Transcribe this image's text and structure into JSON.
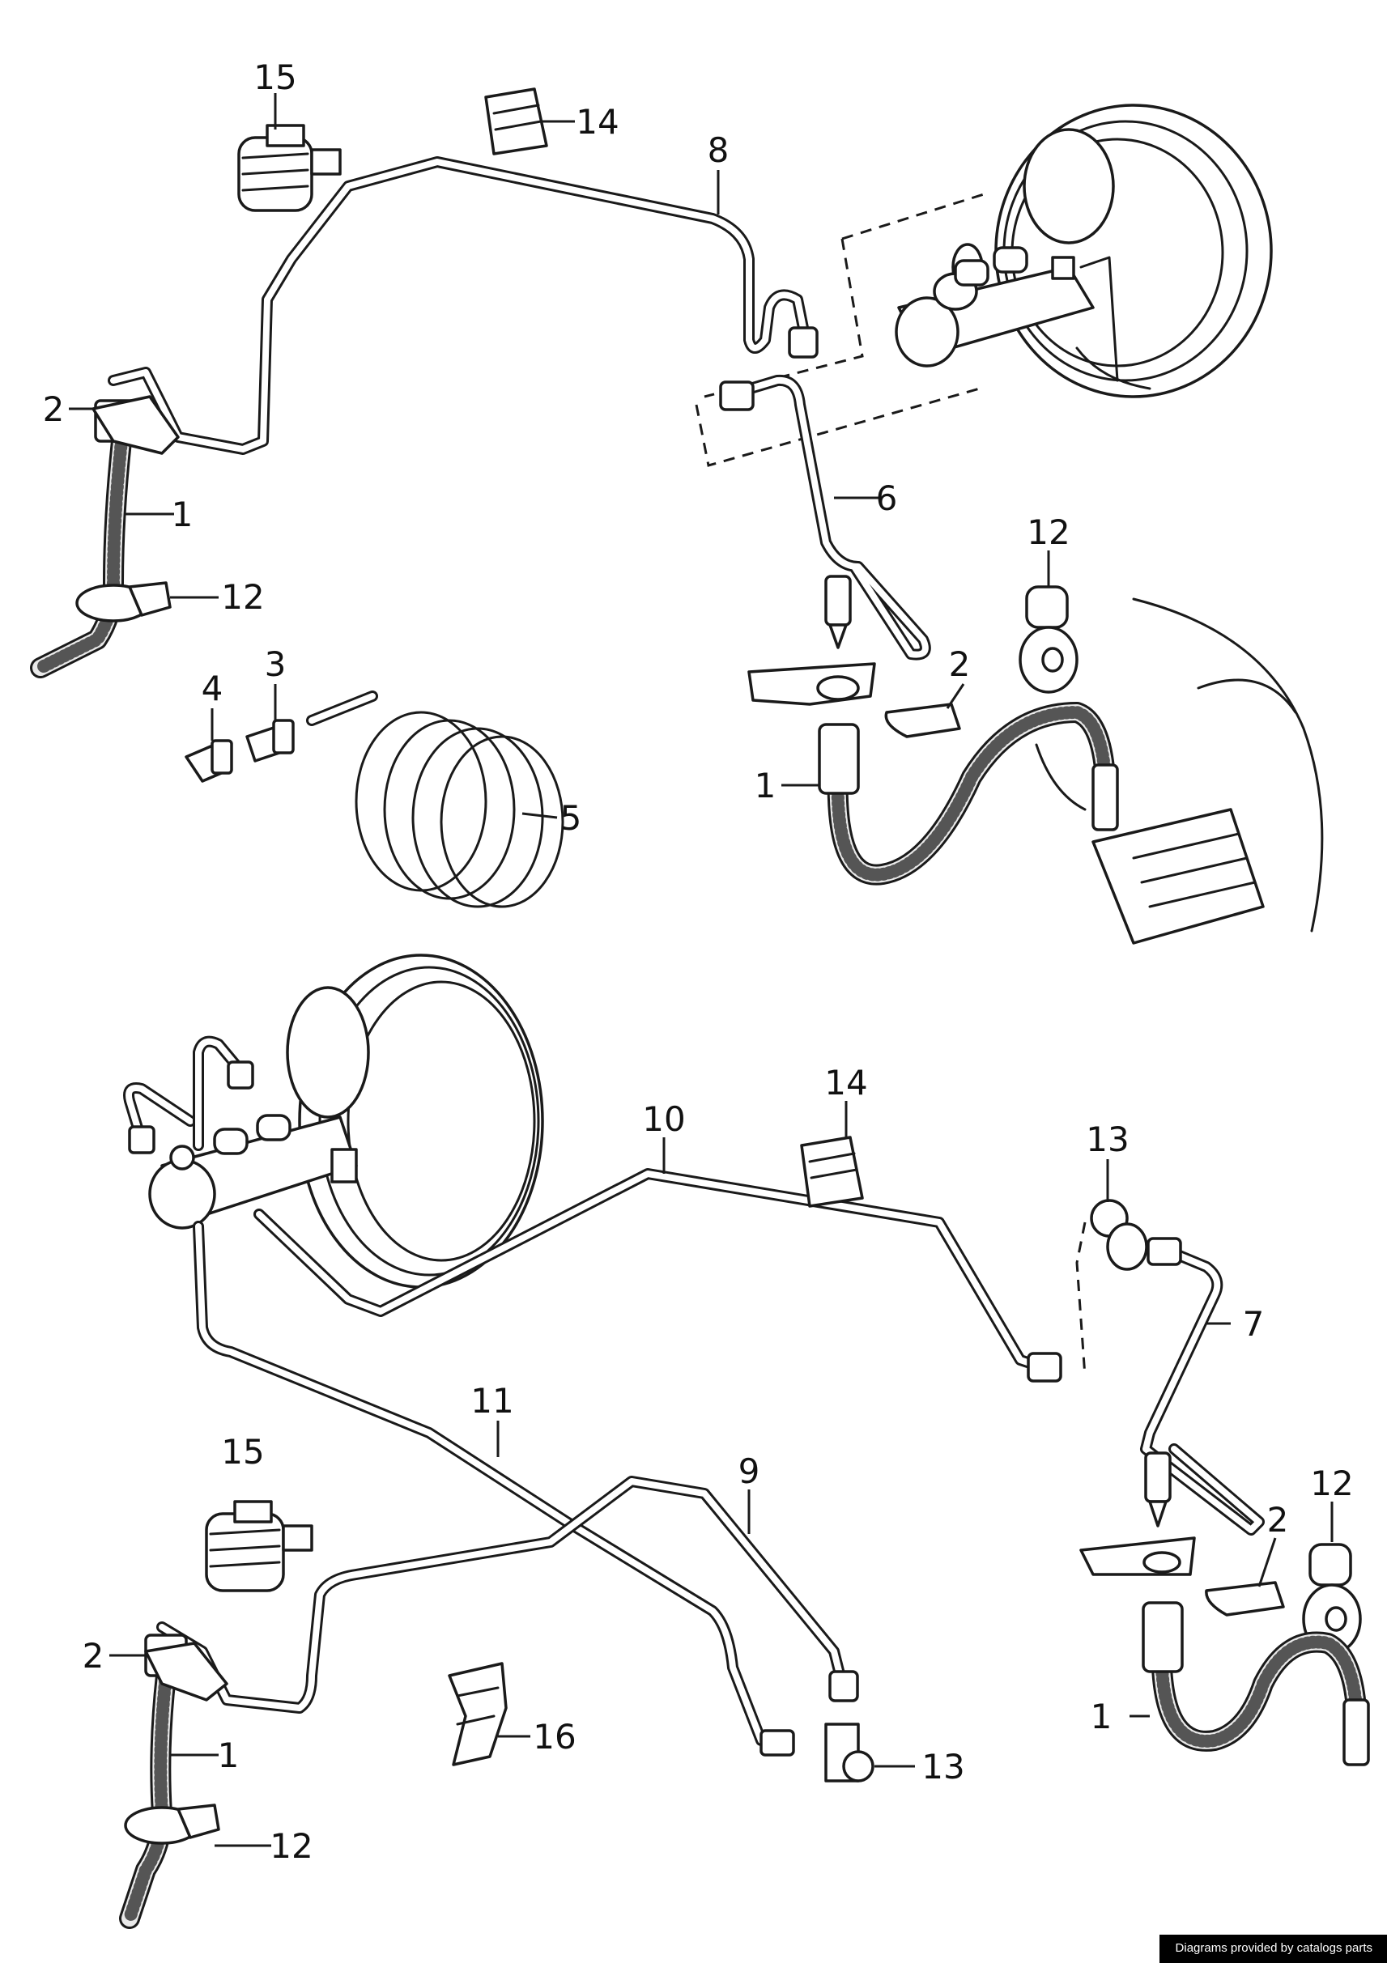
{
  "footer": {
    "credit": "Diagrams provided by catalogs parts"
  },
  "callouts": {
    "c15_top": "15",
    "c14_top": "14",
    "c8": "8",
    "c2_top_left": "2",
    "c1_top_left": "1",
    "c12_top_left": "12",
    "c4": "4",
    "c3": "3",
    "c5": "5",
    "c6": "6",
    "c12_top_right": "12",
    "c2_top_right": "2",
    "c1_top_right": "1",
    "c14_bottom": "14",
    "c10": "10",
    "c13_right": "13",
    "c7": "7",
    "c11": "11",
    "c9": "9",
    "c15_bottom": "15",
    "c2_bottom_left": "2",
    "c1_bottom_left": "1",
    "c12_bottom_left": "12",
    "c16": "16",
    "c13_bottom": "13",
    "c12_bottom_right": "12",
    "c2_bottom_right": "2",
    "c1_bottom_right": "1"
  }
}
